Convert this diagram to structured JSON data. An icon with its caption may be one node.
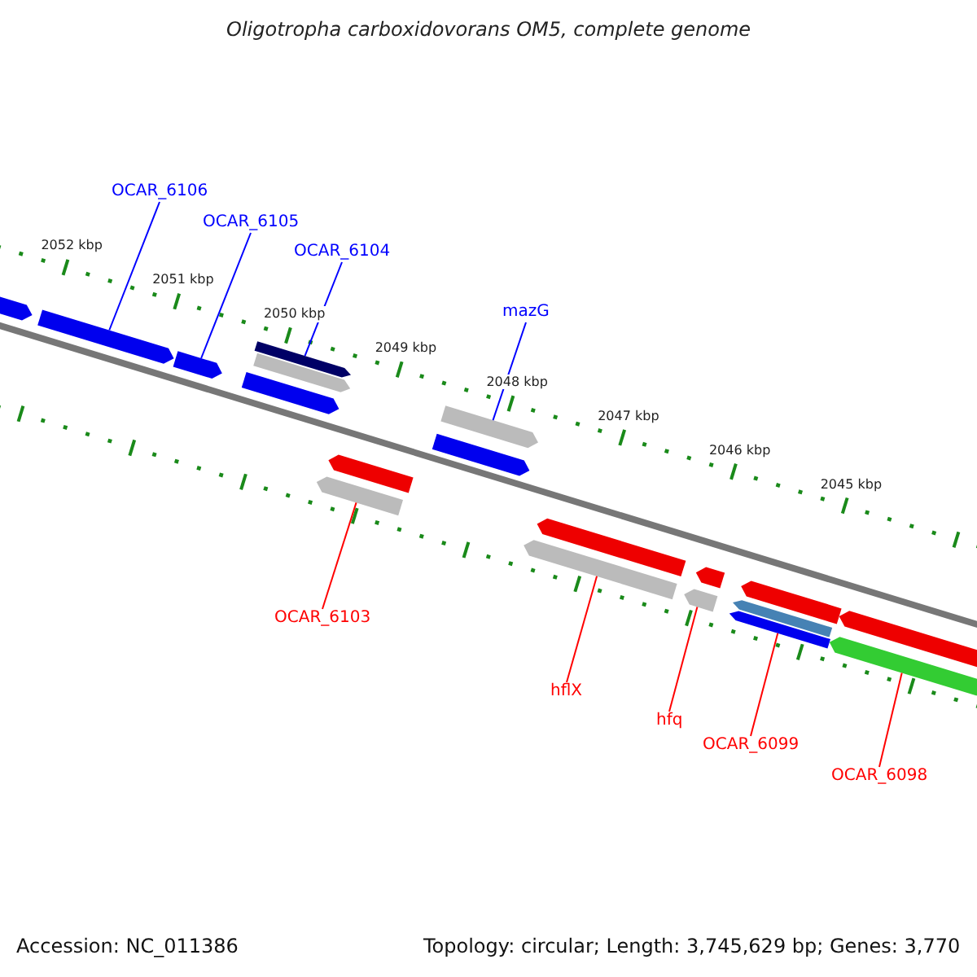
{
  "diagram": {
    "title": "Oligotropha carboxidovorans OM5, complete genome",
    "nodes": [
      {
        "text": [
          "OCAR_6106"
        ]
      },
      {
        "text": [
          "OCAR_6105"
        ]
      },
      {
        "text": [
          "OCAR_6104"
        ]
      },
      {
        "text": [
          "mazG"
        ]
      },
      {
        "text": [
          "OCAR_6103"
        ]
      },
      {
        "text": [
          "hflX"
        ]
      },
      {
        "text": [
          "hfq"
        ]
      },
      {
        "text": [
          "OCAR_6099"
        ]
      },
      {
        "text": [
          "OCAR_6098"
        ]
      },
      {
        "text": [],
        "shape": "arrow"
      },
      {
        "text": [],
        "shape": "arrow"
      },
      {
        "text": [],
        "shape": "arrow"
      },
      {
        "text": [],
        "shape": "arrow"
      },
      {
        "text": [],
        "shape": "arrow"
      },
      {
        "text": [],
        "shape": "arrow"
      },
      {
        "text": [],
        "shape": "arrow"
      },
      {
        "text": [],
        "shape": "arrow"
      },
      {
        "text": [],
        "shape": "arrow"
      },
      {
        "text": [],
        "shape": "arrow"
      },
      {
        "text": [],
        "shape": "arrow"
      },
      {
        "text": [],
        "shape": "arrow"
      },
      {
        "text": [],
        "shape": "arrow"
      },
      {
        "text": [],
        "shape": "arrow"
      },
      {
        "text": [],
        "shape": "arrow"
      },
      {
        "text": [],
        "shape": "arrow"
      },
      {
        "text": [],
        "shape": "arrow"
      },
      {
        "text": [],
        "shape": "arrow"
      },
      {
        "text": [],
        "shape": "arrow"
      }
    ],
    "edges": [
      {
        "from": 0,
        "to": 10,
        "arrow": "none",
        "color": "#0000ff"
      },
      {
        "from": 1,
        "to": 11,
        "arrow": "none",
        "color": "#0000ff"
      },
      {
        "from": 2,
        "to": 12,
        "arrow": "none",
        "color": "#0000ff"
      },
      {
        "from": 3,
        "to": 15,
        "arrow": "none",
        "color": "#0000ff"
      },
      {
        "from": 4,
        "to": 18,
        "arrow": "none",
        "color": "#ff0000"
      },
      {
        "from": 5,
        "to": 20,
        "arrow": "none",
        "color": "#ff0000"
      },
      {
        "from": 6,
        "to": 22,
        "arrow": "none",
        "color": "#ff0000"
      },
      {
        "from": 7,
        "to": 25,
        "arrow": "none",
        "color": "#ff0000"
      },
      {
        "from": 8,
        "to": 27,
        "arrow": "none",
        "color": "#ff0000"
      }
    ],
    "labels": [
      "2052 kbp",
      "2051 kbp",
      "2050 kbp",
      "2049 kbp",
      "2048 kbp",
      "2047 kbp",
      "2046 kbp",
      "2045 kbp",
      "Accession: NC_011386",
      "Topology: circular; Length: 3,745,629 bp; Genes: 3,770"
    ]
  }
}
